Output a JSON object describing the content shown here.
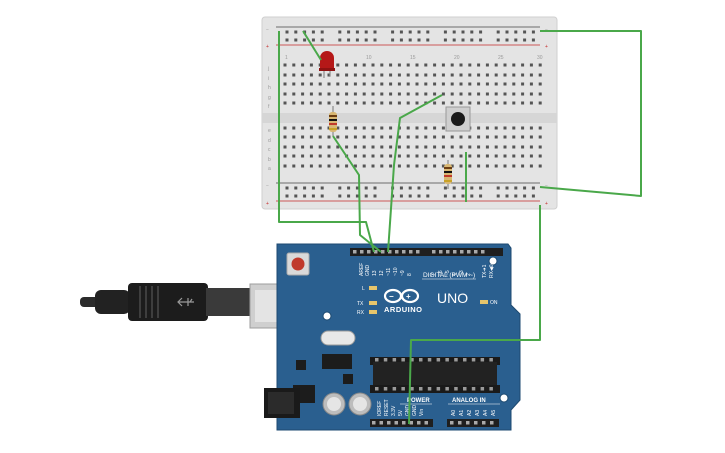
{
  "breadboard": {
    "rail_minus": "−",
    "rail_plus": "+",
    "row_letters_top": [
      "j",
      "i",
      "h",
      "g",
      "f"
    ],
    "row_letters_bottom": [
      "e",
      "d",
      "c",
      "b",
      "a"
    ],
    "column_numbers": [
      "1",
      "5",
      "10",
      "15",
      "20",
      "25",
      "30"
    ]
  },
  "arduino": {
    "brand": "ARDUINO",
    "model": "UNO",
    "digital_label": "DIGITAL (PWM ~)",
    "analog_label": "ANALOG IN",
    "power_label": "POWER",
    "on_label": "ON",
    "led_l": "L",
    "led_tx": "TX",
    "led_rx": "RX",
    "digital_pins": [
      "AREF",
      "GND",
      "13",
      "12",
      "~11",
      "~10",
      "~9",
      "8",
      "7",
      "~6",
      "~5",
      "4",
      "~3",
      "2",
      "TX➜1",
      "RX◀0"
    ],
    "power_pins": [
      "IOREF",
      "RESET",
      "3.3V",
      "5V",
      "GND",
      "GND",
      "Vin"
    ],
    "analog_pins": [
      "A0",
      "A1",
      "A2",
      "A3",
      "A4",
      "A5"
    ]
  },
  "colors": {
    "wire": "#4aa84a",
    "board": "#2a5f8f",
    "breadboard": "#e6e6e6",
    "led": "#b51818",
    "rail_red": "#c62828"
  }
}
